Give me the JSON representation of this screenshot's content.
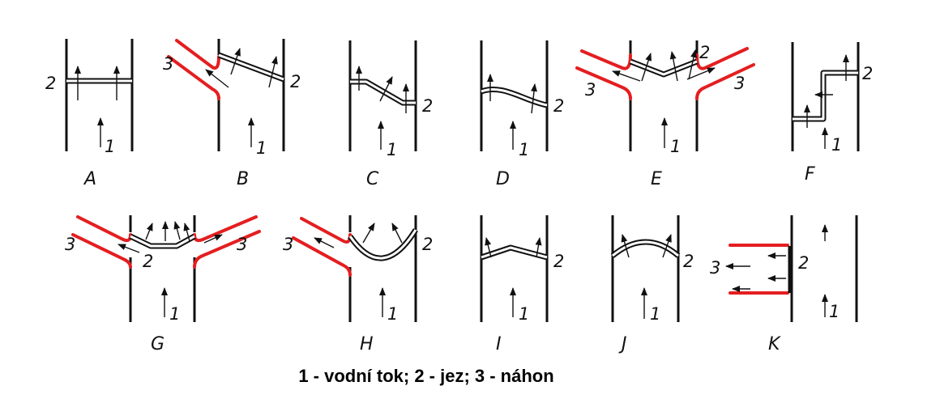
{
  "panels": [
    {
      "id": "A",
      "caption": "A",
      "labels": [
        "2",
        "1"
      ]
    },
    {
      "id": "B",
      "caption": "B",
      "labels": [
        "3",
        "2",
        "1"
      ]
    },
    {
      "id": "C",
      "caption": "C",
      "labels": [
        "2",
        "1"
      ]
    },
    {
      "id": "D",
      "caption": "D",
      "labels": [
        "2",
        "1"
      ]
    },
    {
      "id": "E",
      "caption": "E",
      "labels": [
        "3",
        "2",
        "3",
        "1"
      ]
    },
    {
      "id": "F",
      "caption": "F",
      "labels": [
        "2",
        "1"
      ]
    },
    {
      "id": "G",
      "caption": "G",
      "labels": [
        "3",
        "2",
        "3",
        "1"
      ]
    },
    {
      "id": "H",
      "caption": "H",
      "labels": [
        "3",
        "2",
        "1"
      ]
    },
    {
      "id": "I",
      "caption": "I",
      "labels": [
        "2",
        "1"
      ]
    },
    {
      "id": "J",
      "caption": "J",
      "labels": [
        "2",
        "1"
      ]
    },
    {
      "id": "K",
      "caption": "K",
      "labels": [
        "3",
        "2",
        "1"
      ]
    }
  ],
  "legend": "1 - vodní tok; 2 - jez; 3 - náhon",
  "colors": {
    "canal": "#e41e20",
    "line": "#111111",
    "background": "#ffffff"
  }
}
